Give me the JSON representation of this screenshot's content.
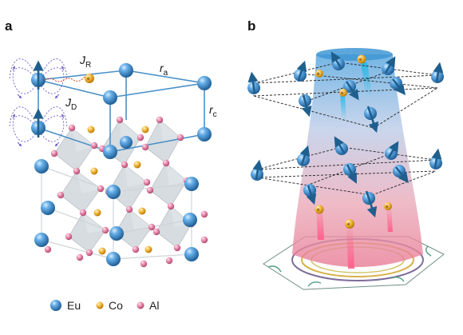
{
  "panels": {
    "a": {
      "letter": "a"
    },
    "b": {
      "letter": "b"
    }
  },
  "labels": {
    "jr_main": "J",
    "jr_sub": "R",
    "jd_main": "J",
    "jd_sub": "D",
    "ra_main": "r",
    "ra_sub": "a",
    "rc_main": "r",
    "rc_sub": "c",
    "electron": "e"
  },
  "legend": [
    {
      "label": "Eu",
      "color": "#3b8fd6"
    },
    {
      "label": "Co",
      "color": "#f2b233"
    },
    {
      "label": "Al",
      "color": "#e58aa8"
    }
  ],
  "colors": {
    "eu": "#3b8fd6",
    "co": "#f2b233",
    "al": "#e58aa8",
    "spin_arrow": "#2a6e9e",
    "cone_top": "#5aa9e0",
    "cone_bottom": "#e87d95"
  }
}
